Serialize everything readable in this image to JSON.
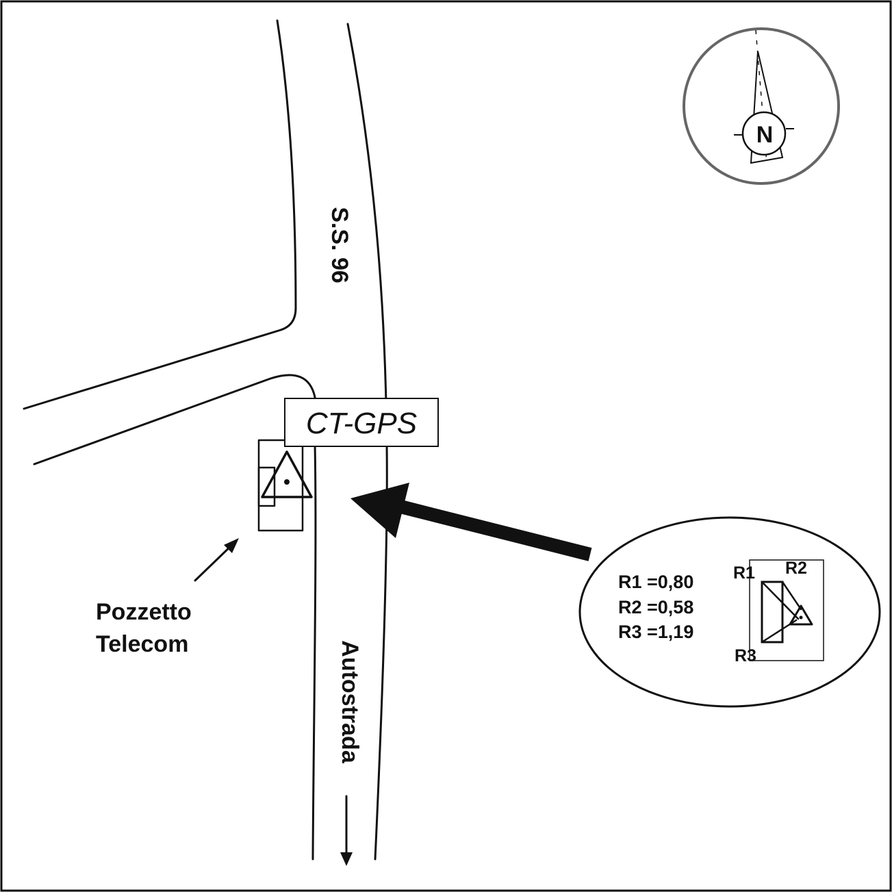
{
  "map": {
    "station_label": "CT-GPS",
    "road_main_label": "S.S. 96",
    "road_motorway_label": "Autostrada",
    "manhole_label_line1": "Pozzetto",
    "manhole_label_line2": "Telecom",
    "compass_letter": "N"
  },
  "detail": {
    "ref_tags": [
      "R1",
      "R2",
      "R3"
    ],
    "measurements": [
      "R1 =0,80",
      "R2 =0,58",
      "R3 =1,19"
    ]
  },
  "colors": {
    "ink": "#111111",
    "compass_ring": "#666666",
    "background": "#ffffff"
  }
}
